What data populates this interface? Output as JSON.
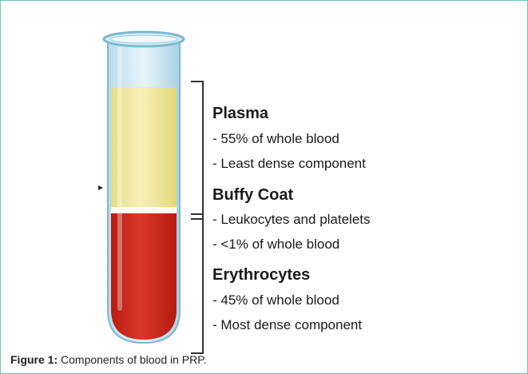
{
  "plasma": {
    "title": "Plasma",
    "line1": "- 55% of whole blood",
    "line2": "- Least dense component"
  },
  "buffy_coat": {
    "title": "Buffy Coat",
    "line1": "- Leukocytes and platelets",
    "line2": "- <1% of whole blood"
  },
  "erythrocytes": {
    "title": "Erythrocytes",
    "line1": "- 45% of whole blood",
    "line2": "- Most dense component"
  },
  "caption": {
    "label": "Figure 1:",
    "text": " Components of blood in PRP."
  },
  "colors": {
    "plasma": "#f2eba0",
    "buffy_coat": "#fbfbf4",
    "erythrocytes": "#cc2a1c",
    "frame": "#6cc6b4"
  }
}
